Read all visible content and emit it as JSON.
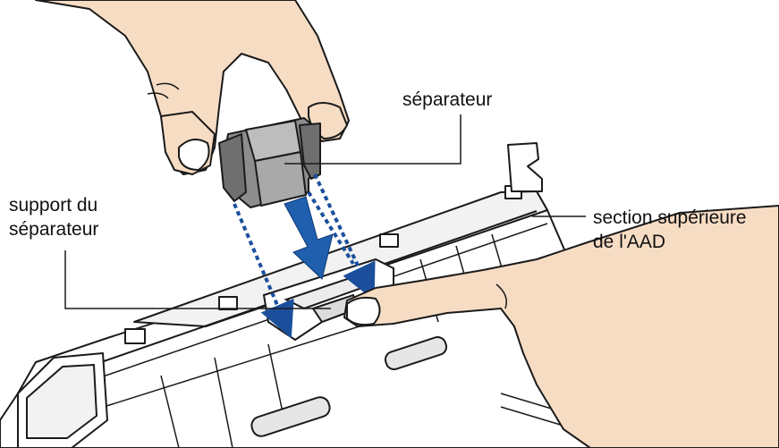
{
  "labels": {
    "separateur": "séparateur",
    "support_line1": "support du",
    "support_line2": "séparateur",
    "section_line1": "section supérieure",
    "section_line2": "de l'AAD"
  },
  "colors": {
    "skin": "#f7dcc4",
    "skin_shadow": "#d9b79a",
    "outline": "#1a1a1a",
    "arrow_blue": "#1f5fae",
    "guide_blue": "#1b4f9c",
    "part_grey": "#a9a9a9",
    "part_dark": "#6f6f6f",
    "scanner_white": "#ffffff",
    "scanner_grey": "#d7d7d7"
  }
}
